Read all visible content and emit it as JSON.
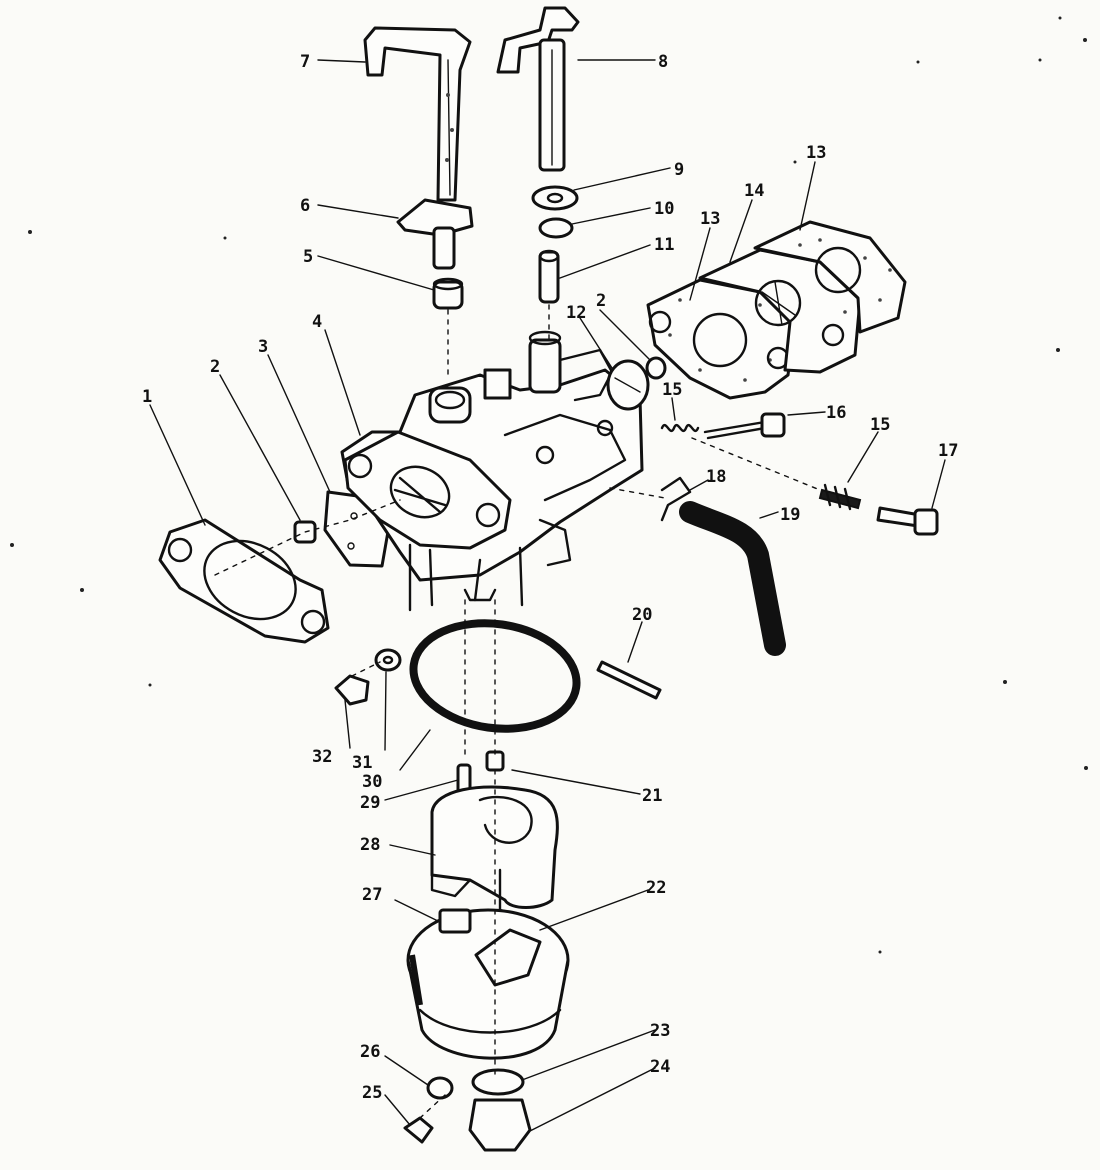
{
  "diagram": {
    "type": "exploded-parts-diagram",
    "callouts": [
      {
        "id": "1",
        "text": "1"
      },
      {
        "id": "2a",
        "text": "2"
      },
      {
        "id": "2b",
        "text": "2"
      },
      {
        "id": "3",
        "text": "3"
      },
      {
        "id": "4",
        "text": "4"
      },
      {
        "id": "5",
        "text": "5"
      },
      {
        "id": "6",
        "text": "6"
      },
      {
        "id": "7",
        "text": "7"
      },
      {
        "id": "8",
        "text": "8"
      },
      {
        "id": "9",
        "text": "9"
      },
      {
        "id": "10",
        "text": "10"
      },
      {
        "id": "11",
        "text": "11"
      },
      {
        "id": "12",
        "text": "12"
      },
      {
        "id": "13a",
        "text": "13"
      },
      {
        "id": "13b",
        "text": "13"
      },
      {
        "id": "14",
        "text": "14"
      },
      {
        "id": "15a",
        "text": "15"
      },
      {
        "id": "15b",
        "text": "15"
      },
      {
        "id": "16",
        "text": "16"
      },
      {
        "id": "17",
        "text": "17"
      },
      {
        "id": "18",
        "text": "18"
      },
      {
        "id": "19",
        "text": "19"
      },
      {
        "id": "20",
        "text": "20"
      },
      {
        "id": "21",
        "text": "21"
      },
      {
        "id": "22",
        "text": "22"
      },
      {
        "id": "23",
        "text": "23"
      },
      {
        "id": "24",
        "text": "24"
      },
      {
        "id": "25",
        "text": "25"
      },
      {
        "id": "26",
        "text": "26"
      },
      {
        "id": "27",
        "text": "27"
      },
      {
        "id": "28",
        "text": "28"
      },
      {
        "id": "29",
        "text": "29"
      },
      {
        "id": "30",
        "text": "30"
      },
      {
        "id": "31",
        "text": "31"
      },
      {
        "id": "32",
        "text": "32"
      }
    ]
  }
}
